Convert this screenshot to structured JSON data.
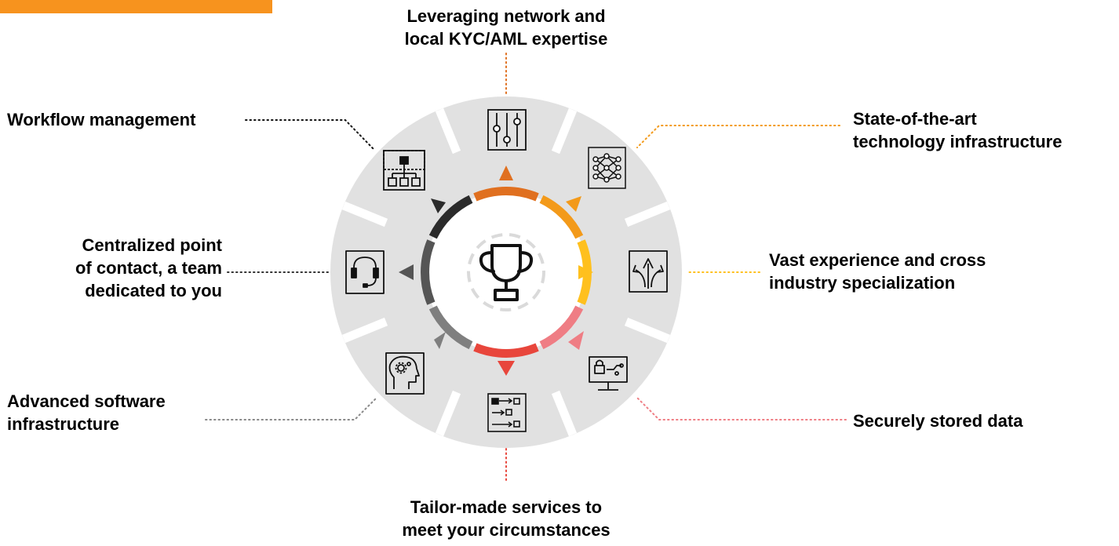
{
  "colors": {
    "accent_bar": "#F7931E",
    "wheel_bg": "#E1E1E1",
    "icon_stroke": "#111111",
    "leverage": "#E07020",
    "technology": "#F39A1A",
    "experience": "#FFC01E",
    "secure": "#EF7D84",
    "tailor": "#E8463C",
    "software": "#7F7F7F",
    "contact": "#555555",
    "workflow": "#2B2B2B"
  },
  "center": {
    "icon": "trophy-icon"
  },
  "segments": [
    {
      "id": "leverage",
      "icon": "sliders-icon",
      "lines": [
        "Leveraging network and",
        "local KYC/AML expertise"
      ]
    },
    {
      "id": "technology",
      "icon": "neural-network-icon",
      "lines": [
        "State-of-the-art",
        "technology infrastructure"
      ]
    },
    {
      "id": "experience",
      "icon": "diverging-arrows-icon",
      "lines": [
        "Vast experience and cross",
        "industry specialization"
      ]
    },
    {
      "id": "secure",
      "icon": "secure-monitor-icon",
      "lines": [
        "Securely stored data"
      ]
    },
    {
      "id": "tailor",
      "icon": "process-flow-icon",
      "lines": [
        "Tailor-made services to",
        "meet your circumstances"
      ]
    },
    {
      "id": "software",
      "icon": "head-gears-icon",
      "lines": [
        "Advanced software",
        "infrastructure"
      ]
    },
    {
      "id": "contact",
      "icon": "headset-icon",
      "lines": [
        "Centralized point",
        "of contact, a team",
        "dedicated to you"
      ]
    },
    {
      "id": "workflow",
      "icon": "org-chart-icon",
      "lines": [
        "Workflow management"
      ]
    }
  ]
}
